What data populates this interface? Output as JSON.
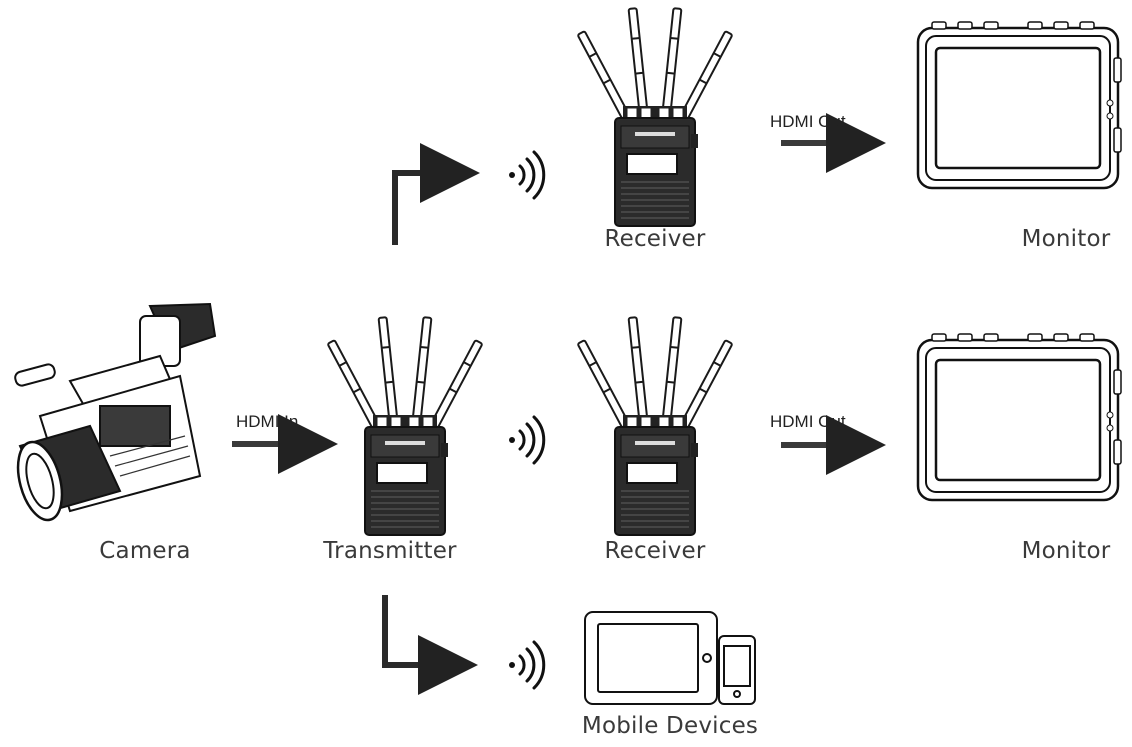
{
  "labels": {
    "camera": "Camera",
    "transmitter": "Transmitter",
    "receiver_top": "Receiver",
    "receiver_mid": "Receiver",
    "monitor_top": "Monitor",
    "monitor_mid": "Monitor",
    "mobile": "Mobile Devices"
  },
  "arrows": {
    "hdmi_in": "HDMI In",
    "hdmi_out_top": "HDMI Out",
    "hdmi_out_mid": "HDMI Out"
  },
  "colors": {
    "line": "#1a1a1a",
    "device": "#333333",
    "arrow": "#3a3a3a"
  }
}
